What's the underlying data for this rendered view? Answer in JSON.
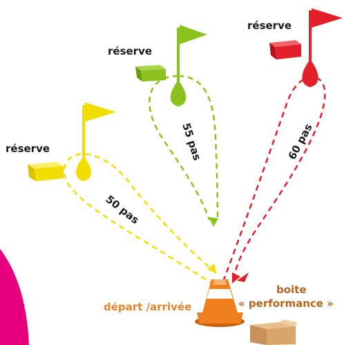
{
  "colors": {
    "yellow": "#f2dd00",
    "green": "#8cc21f",
    "red": "#e2202a",
    "cone": "#f07f1f",
    "magenta": "#e6007e",
    "box": "#d9a66a",
    "start_label": "#e8852a",
    "box_label": "#b5651d"
  },
  "courses": [
    {
      "color": "yellow",
      "distance_label": "50 pas",
      "reserve_label": "réserve"
    },
    {
      "color": "green",
      "distance_label": "55 pas",
      "reserve_label": "réserve"
    },
    {
      "color": "red",
      "distance_label": "60 pas",
      "reserve_label": "réserve"
    }
  ],
  "start": {
    "label": "départ /arrivée",
    "icon": "traffic-cone-icon"
  },
  "performance_box": {
    "label_line1": "boite",
    "label_line2": "« performance »",
    "icon": "cardboard-box-icon"
  },
  "icons": {
    "flag": "flag-icon",
    "reserve_box": "reserve-box-icon",
    "marker": "teardrop-marker-icon"
  }
}
